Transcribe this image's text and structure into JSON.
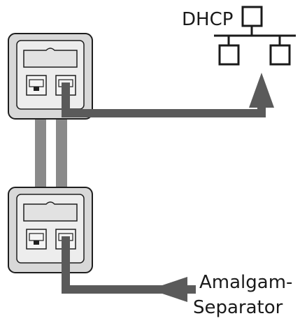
{
  "labels": {
    "dhcp": "DHCP",
    "separator_line1": "Amalgam-",
    "separator_line2": "Separator"
  },
  "colors": {
    "cable": "#5a5a5a",
    "riser": "#8a8a8a",
    "outlet_body": "#d8d8d8",
    "outlet_face": "#ededed",
    "outline": "#1e1e1e",
    "network_icon": "#1a1a1a"
  },
  "icons": [
    "wall-outlet-icon",
    "ethernet-port-icon",
    "network-topology-icon",
    "arrow-icon"
  ]
}
